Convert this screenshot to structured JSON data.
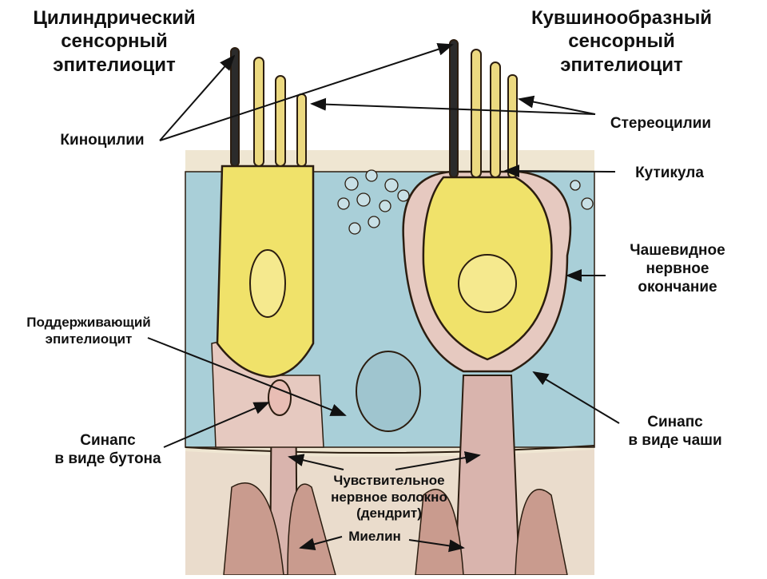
{
  "labels": {
    "cylindrical_title": [
      "Цилиндрический",
      "сенсорный",
      "эпителиоцит"
    ],
    "pitcher_title": [
      "Кувшинообразный",
      "сенсорный",
      "эпителиоцит"
    ],
    "kinocilia": "Киноцилии",
    "stereocilia": "Стереоцилии",
    "cuticle": "Кутикула",
    "cup_ending": [
      "Чашевидное",
      "нервное",
      "окончание"
    ],
    "supporting": [
      "Поддерживающий",
      "эпителиоцит"
    ],
    "synapse_bouton": [
      "Синапс",
      "в виде бутона"
    ],
    "synapse_cup": [
      "Синапс",
      "в виде чаши"
    ],
    "sensory_fiber": [
      "Чувствительное",
      "нервное волокно",
      "(дендрит)"
    ],
    "myelin": "Миелин"
  },
  "colors": {
    "connective_tissue": "#a9cfd8",
    "hair_cell_cytoplasm": "#f0e26a",
    "nerve_tissue": "#e6c9c0",
    "outline": "#2b1d10",
    "background_paper": "#efe6d2"
  }
}
